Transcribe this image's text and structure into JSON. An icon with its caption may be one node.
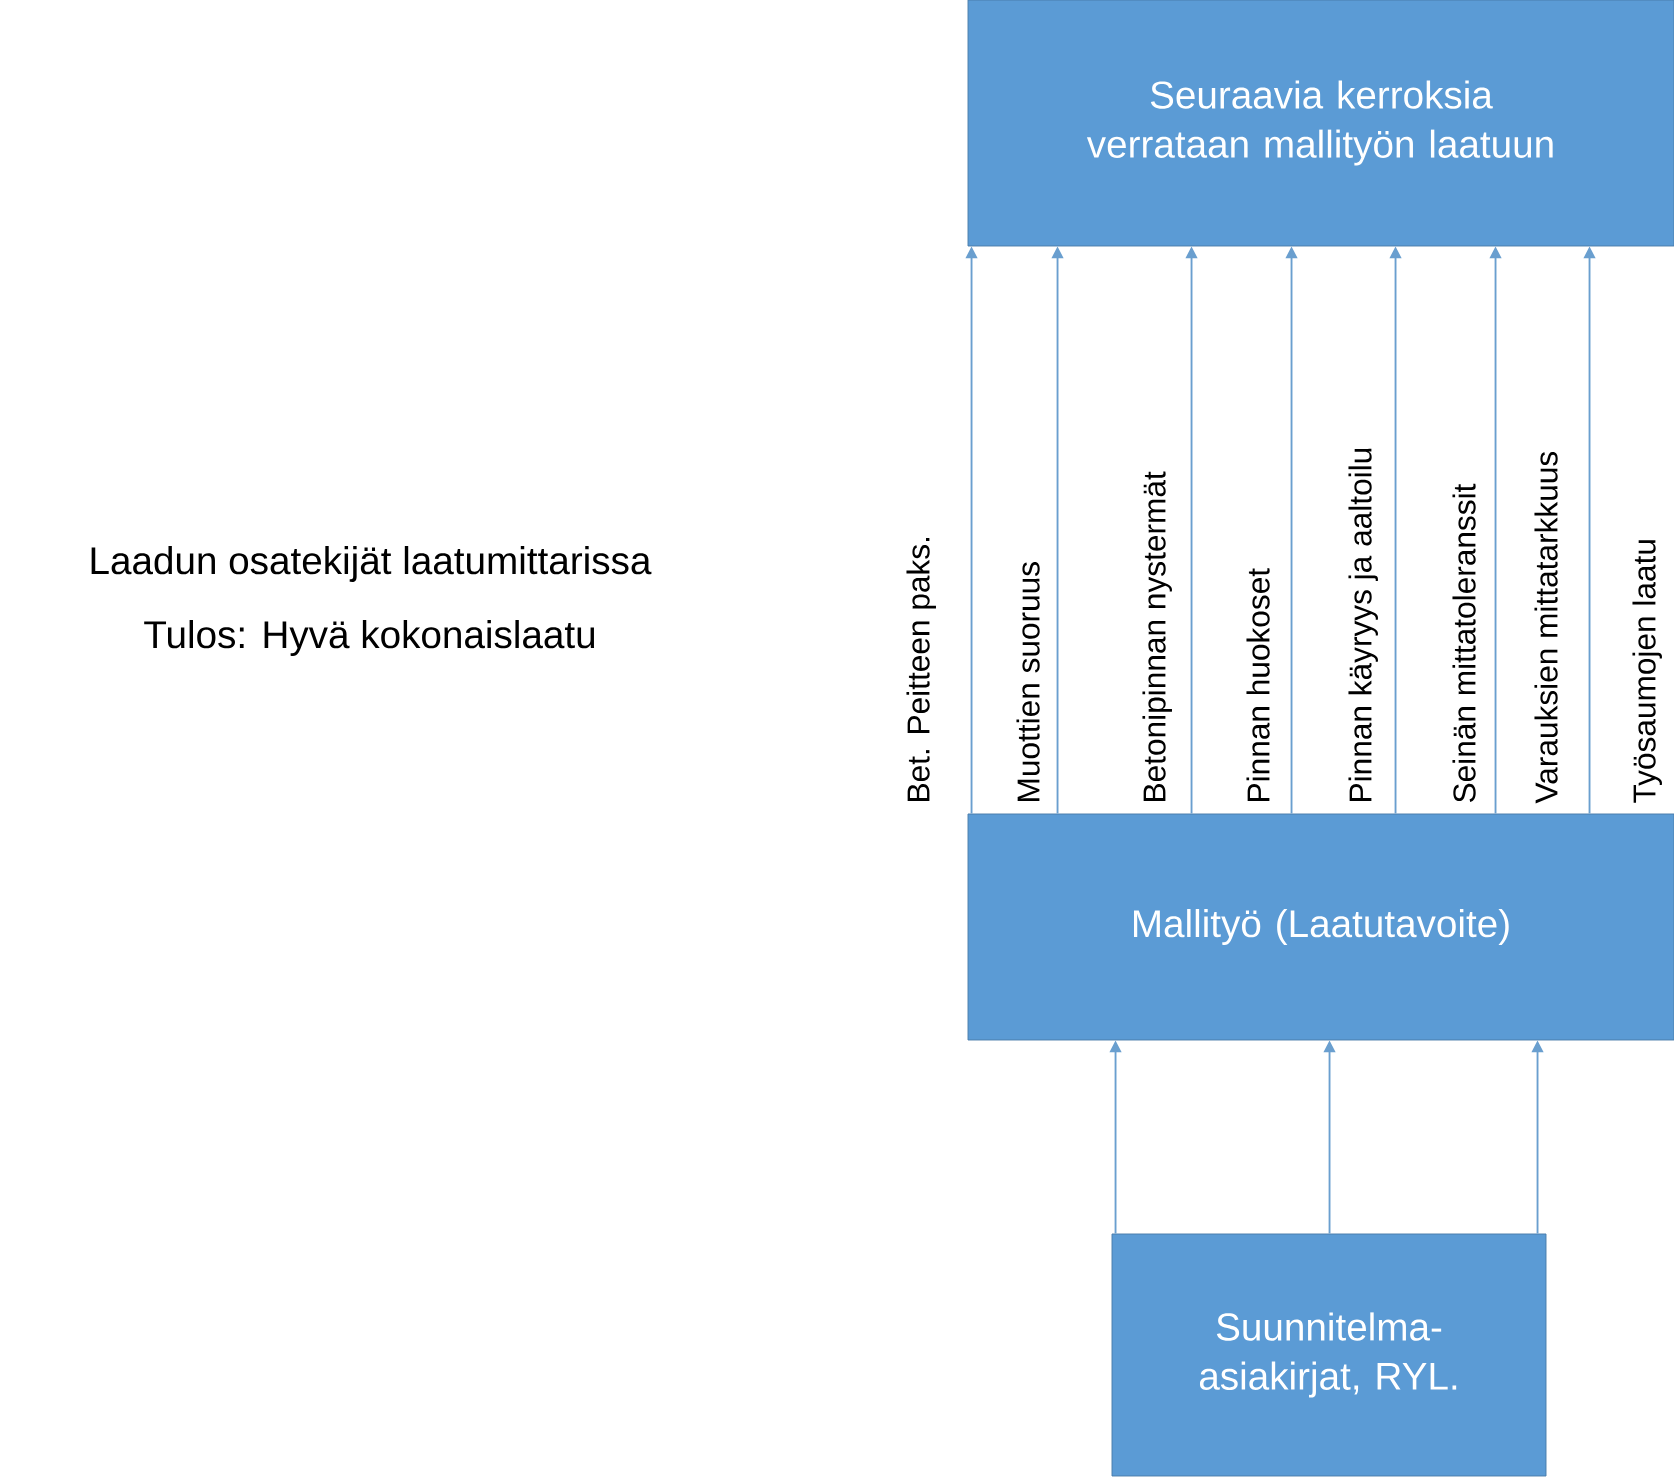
{
  "diagram": {
    "nodes": [
      {
        "text": [
          "Seuraavia kerroksia verrataan mallityön laatuun"
        ]
      },
      {
        "text": [
          "Mallityö (Laatutavoite)"
        ]
      },
      {
        "text": [
          "Suunnitelma-asiakirjat, RYL."
        ]
      }
    ],
    "edges": [
      {
        "from": 1,
        "to": 0,
        "arrow": "to"
      },
      {
        "from": 1,
        "to": 0,
        "arrow": "to"
      },
      {
        "from": 1,
        "to": 0,
        "arrow": "to"
      },
      {
        "from": 1,
        "to": 0,
        "arrow": "to"
      },
      {
        "from": 1,
        "to": 0,
        "arrow": "to"
      },
      {
        "from": 1,
        "to": 0,
        "arrow": "to"
      },
      {
        "from": 1,
        "to": 0,
        "arrow": "to"
      },
      {
        "from": 2,
        "to": 1,
        "arrow": "to"
      },
      {
        "from": 2,
        "to": 1,
        "arrow": "to"
      },
      {
        "from": 2,
        "to": 1,
        "arrow": "to"
      }
    ],
    "labels": [
      "Laadun osatekijät laatumittarissa",
      "Tulos: Hyvä kokonaislaatu",
      "Bet. Peitteen paks.",
      "Muottien suoruus",
      "Betonipinnan nystermät",
      "Pinnan huokoset",
      "Pinnan käyryys ja aaltoilu",
      "Seinän mittatoleranssit",
      "Varauksien mittatarkkuus",
      "Työsaumojen laatu"
    ]
  }
}
